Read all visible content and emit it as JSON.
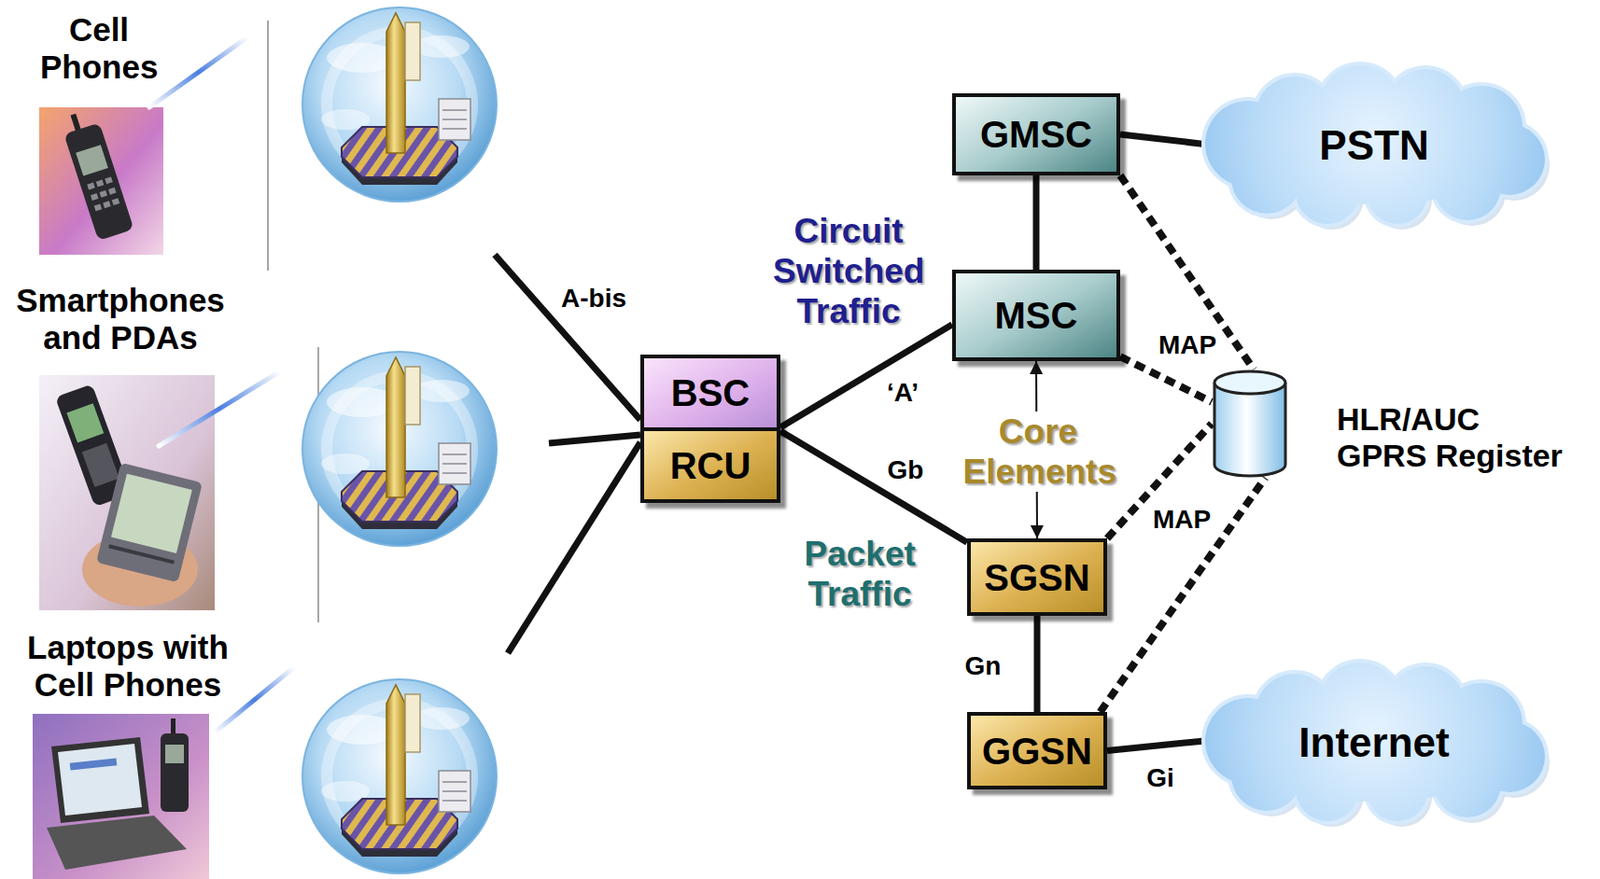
{
  "diagram": {
    "nodes": [
      {
        "text": [
          "GMSC"
        ]
      },
      {
        "text": [
          "PSTN"
        ]
      },
      {
        "text": [
          "MSC"
        ]
      },
      {
        "text": [
          "BSC"
        ]
      },
      {
        "text": [
          "RCU"
        ]
      },
      {
        "text": [
          "HLR/AUC GPRS Register"
        ]
      },
      {
        "text": [
          "SGSN"
        ]
      },
      {
        "text": [
          "GGSN"
        ]
      },
      {
        "text": [
          "Internet"
        ]
      }
    ],
    "edges": [
      {
        "from": 0,
        "to": 1,
        "arrow": "none"
      },
      {
        "from": 0,
        "to": 2,
        "arrow": "none"
      },
      {
        "from": 3,
        "to": 2,
        "label": "‘A’",
        "arrow": "none"
      },
      {
        "from": 4,
        "to": 6,
        "label": "Gb",
        "arrow": "none"
      },
      {
        "from": 2,
        "to": 6,
        "arrow": "both"
      },
      {
        "from": 6,
        "to": 7,
        "label": "Gn",
        "arrow": "none"
      },
      {
        "from": 7,
        "to": 8,
        "label": "Gi",
        "arrow": "none"
      },
      {
        "from": 0,
        "to": 5,
        "arrow": "none"
      },
      {
        "from": 2,
        "to": 5,
        "arrow": "none"
      },
      {
        "from": 6,
        "to": 5,
        "arrow": "none"
      },
      {
        "from": 7,
        "to": 5,
        "arrow": "none"
      }
    ],
    "labels": [
      "Cell Phones",
      "Smartphones and PDAs",
      "Laptops with Cell Phones",
      "A-bis",
      "Circuit Switched Traffic",
      "Core Elements",
      "MAP",
      "MAP",
      "Packet Traffic"
    ]
  }
}
